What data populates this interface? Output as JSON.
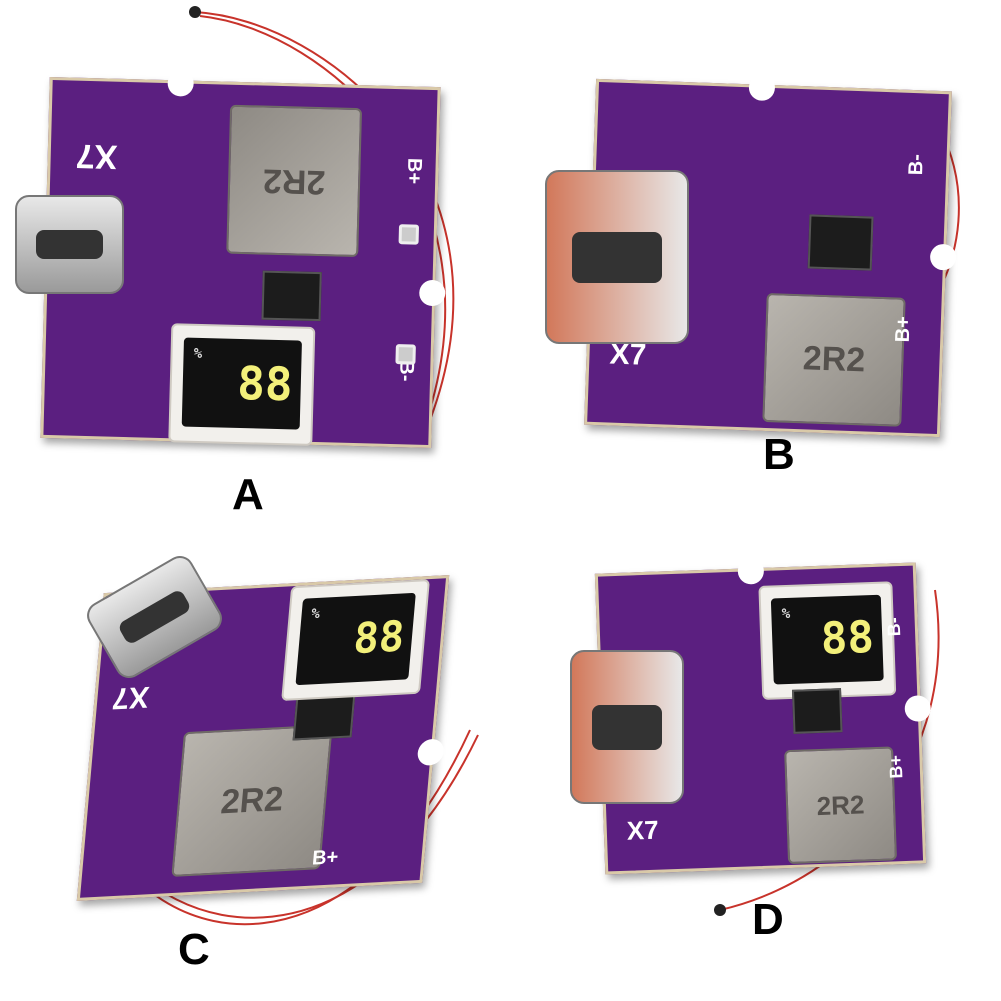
{
  "variants": [
    {
      "label": "A",
      "model": "X7",
      "inductor": "2R2",
      "terminal_pos": "B+",
      "terminal_neg": "B-",
      "display": "88"
    },
    {
      "label": "B",
      "model": "X7",
      "inductor": "2R2",
      "terminal_pos": "B+",
      "terminal_neg": "B-"
    },
    {
      "label": "C",
      "model": "X7",
      "inductor": "2R2",
      "terminal_pos": "B+",
      "display": "88"
    },
    {
      "label": "D",
      "model": "X7",
      "inductor": "2R2",
      "terminal_pos": "B+",
      "terminal_neg": "B-",
      "display": "88"
    }
  ],
  "colors": {
    "pcb": "#5b1f80",
    "wire": "#c8332b",
    "display_digits": "#f3f07a"
  }
}
